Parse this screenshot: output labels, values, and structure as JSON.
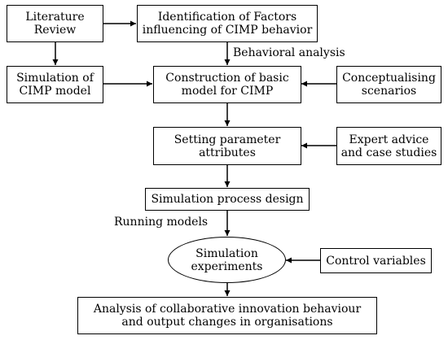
{
  "nodes": {
    "literature_review": [
      "Literature",
      "Review"
    ],
    "identification": [
      "Identification of Factors",
      "influencing of CIMP behavior"
    ],
    "simulation_model": [
      "Simulation of",
      "CIMP model"
    ],
    "construction": [
      "Construction of basic",
      "model for CIMP"
    ],
    "conceptualising": [
      "Conceptualising",
      "scenarios"
    ],
    "setting_parameters": [
      "Setting parameter",
      "attributes"
    ],
    "expert_advice": [
      "Expert advice",
      "and case studies"
    ],
    "process_design": [
      "Simulation process design"
    ],
    "experiments": [
      "Simulation",
      "experiments"
    ],
    "control_variables": [
      "Control variables"
    ],
    "analysis": [
      "Analysis of collaborative innovation behaviour",
      "and output changes in organisations"
    ]
  },
  "edge_labels": {
    "behavioral_analysis": "Behavioral analysis",
    "running_models": "Running models"
  }
}
